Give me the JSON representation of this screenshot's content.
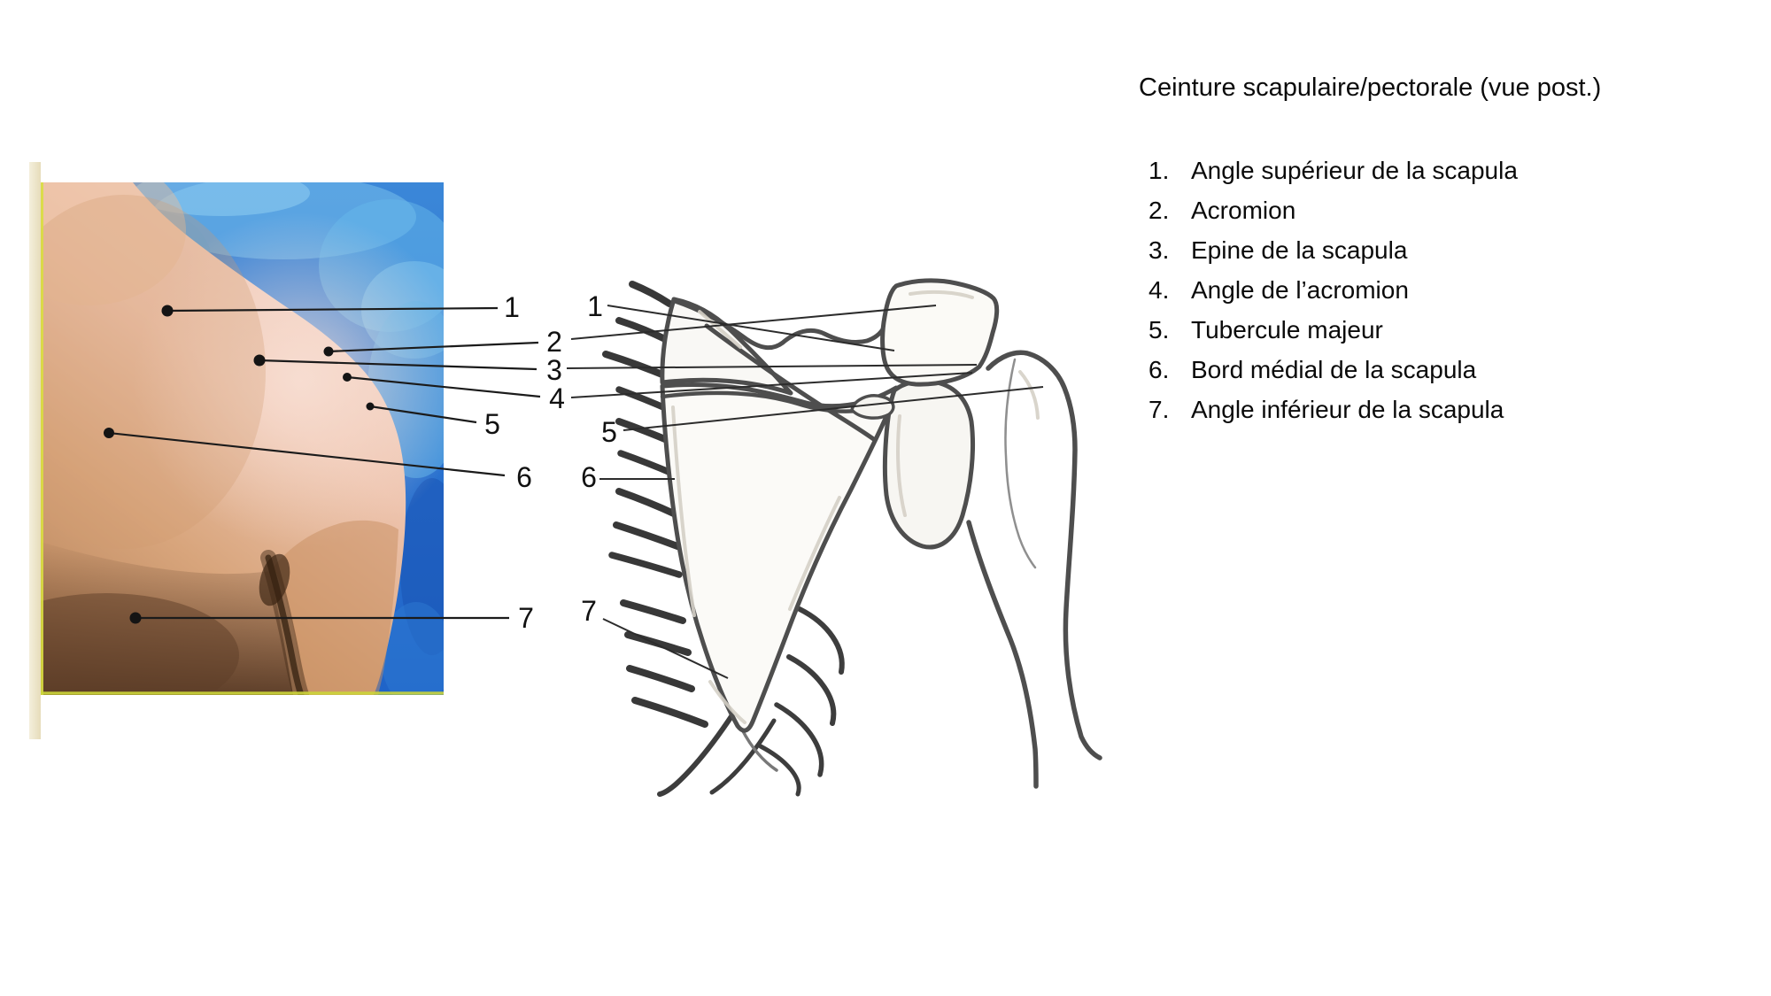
{
  "title": "Ceinture scapulaire/pectorale (vue post.)",
  "legend": {
    "items": [
      {
        "num": "1.",
        "label": "Angle supérieur de la scapula"
      },
      {
        "num": "2.",
        "label": "Acromion"
      },
      {
        "num": "3.",
        "label": "Epine de la scapula"
      },
      {
        "num": "4.",
        "label": "Angle de l’acromion"
      },
      {
        "num": "5.",
        "label": "Tubercule majeur"
      },
      {
        "num": "6.",
        "label": "Bord médial de la scapula"
      },
      {
        "num": "7.",
        "label": "Angle inférieur de la scapula"
      }
    ]
  },
  "markers": {
    "photo": [
      "1",
      "2",
      "3",
      "4",
      "5",
      "6",
      "7"
    ],
    "drawing": [
      "1",
      "5",
      "6",
      "7"
    ]
  },
  "colors": {
    "photo_blue": "#2272d2",
    "photo_blue_light": "#7cc3ee",
    "skin_highlight": "#f3d2c4",
    "skin_tan": "#c18b5f",
    "skin_shadow": "#6b4527",
    "page_strip": "#efe8d0",
    "photo_edge_line": "#d6dc3e",
    "sketch_stroke": "#4e4e4e",
    "leader_line": "#1b1b1b",
    "text": "#0a0a0a"
  }
}
